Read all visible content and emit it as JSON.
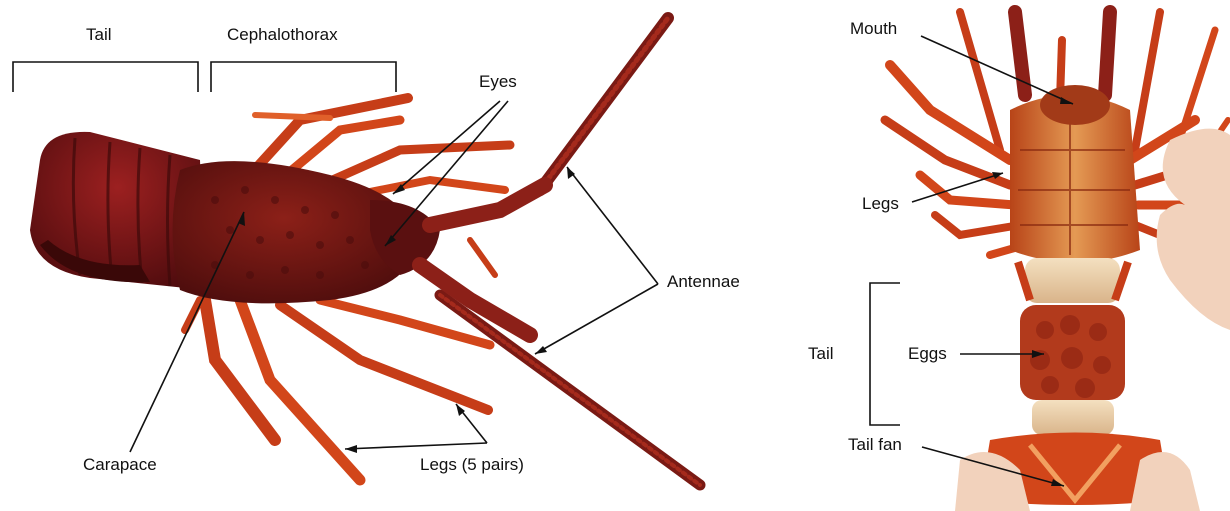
{
  "left_panel": {
    "labels": {
      "tail": "Tail",
      "cephalothorax": "Cephalothorax",
      "eyes": "Eyes",
      "antennae": "Antennae",
      "carapace": "Carapace",
      "legs": "Legs (5 pairs)"
    }
  },
  "right_panel": {
    "labels": {
      "mouth": "Mouth",
      "legs": "Legs",
      "tail": "Tail",
      "eggs": "Eggs",
      "tail_fan": "Tail fan"
    }
  },
  "colors": {
    "shell_dark": "#6e1414",
    "shell_mid": "#8c2018",
    "leg_orange": "#d2461a",
    "leg_light": "#ee7a3a",
    "underside_orange": "#c8541e",
    "underside_light": "#e49a54",
    "egg_red": "#b23a1c",
    "skin": "#f2d2bc",
    "line": "#111111"
  }
}
